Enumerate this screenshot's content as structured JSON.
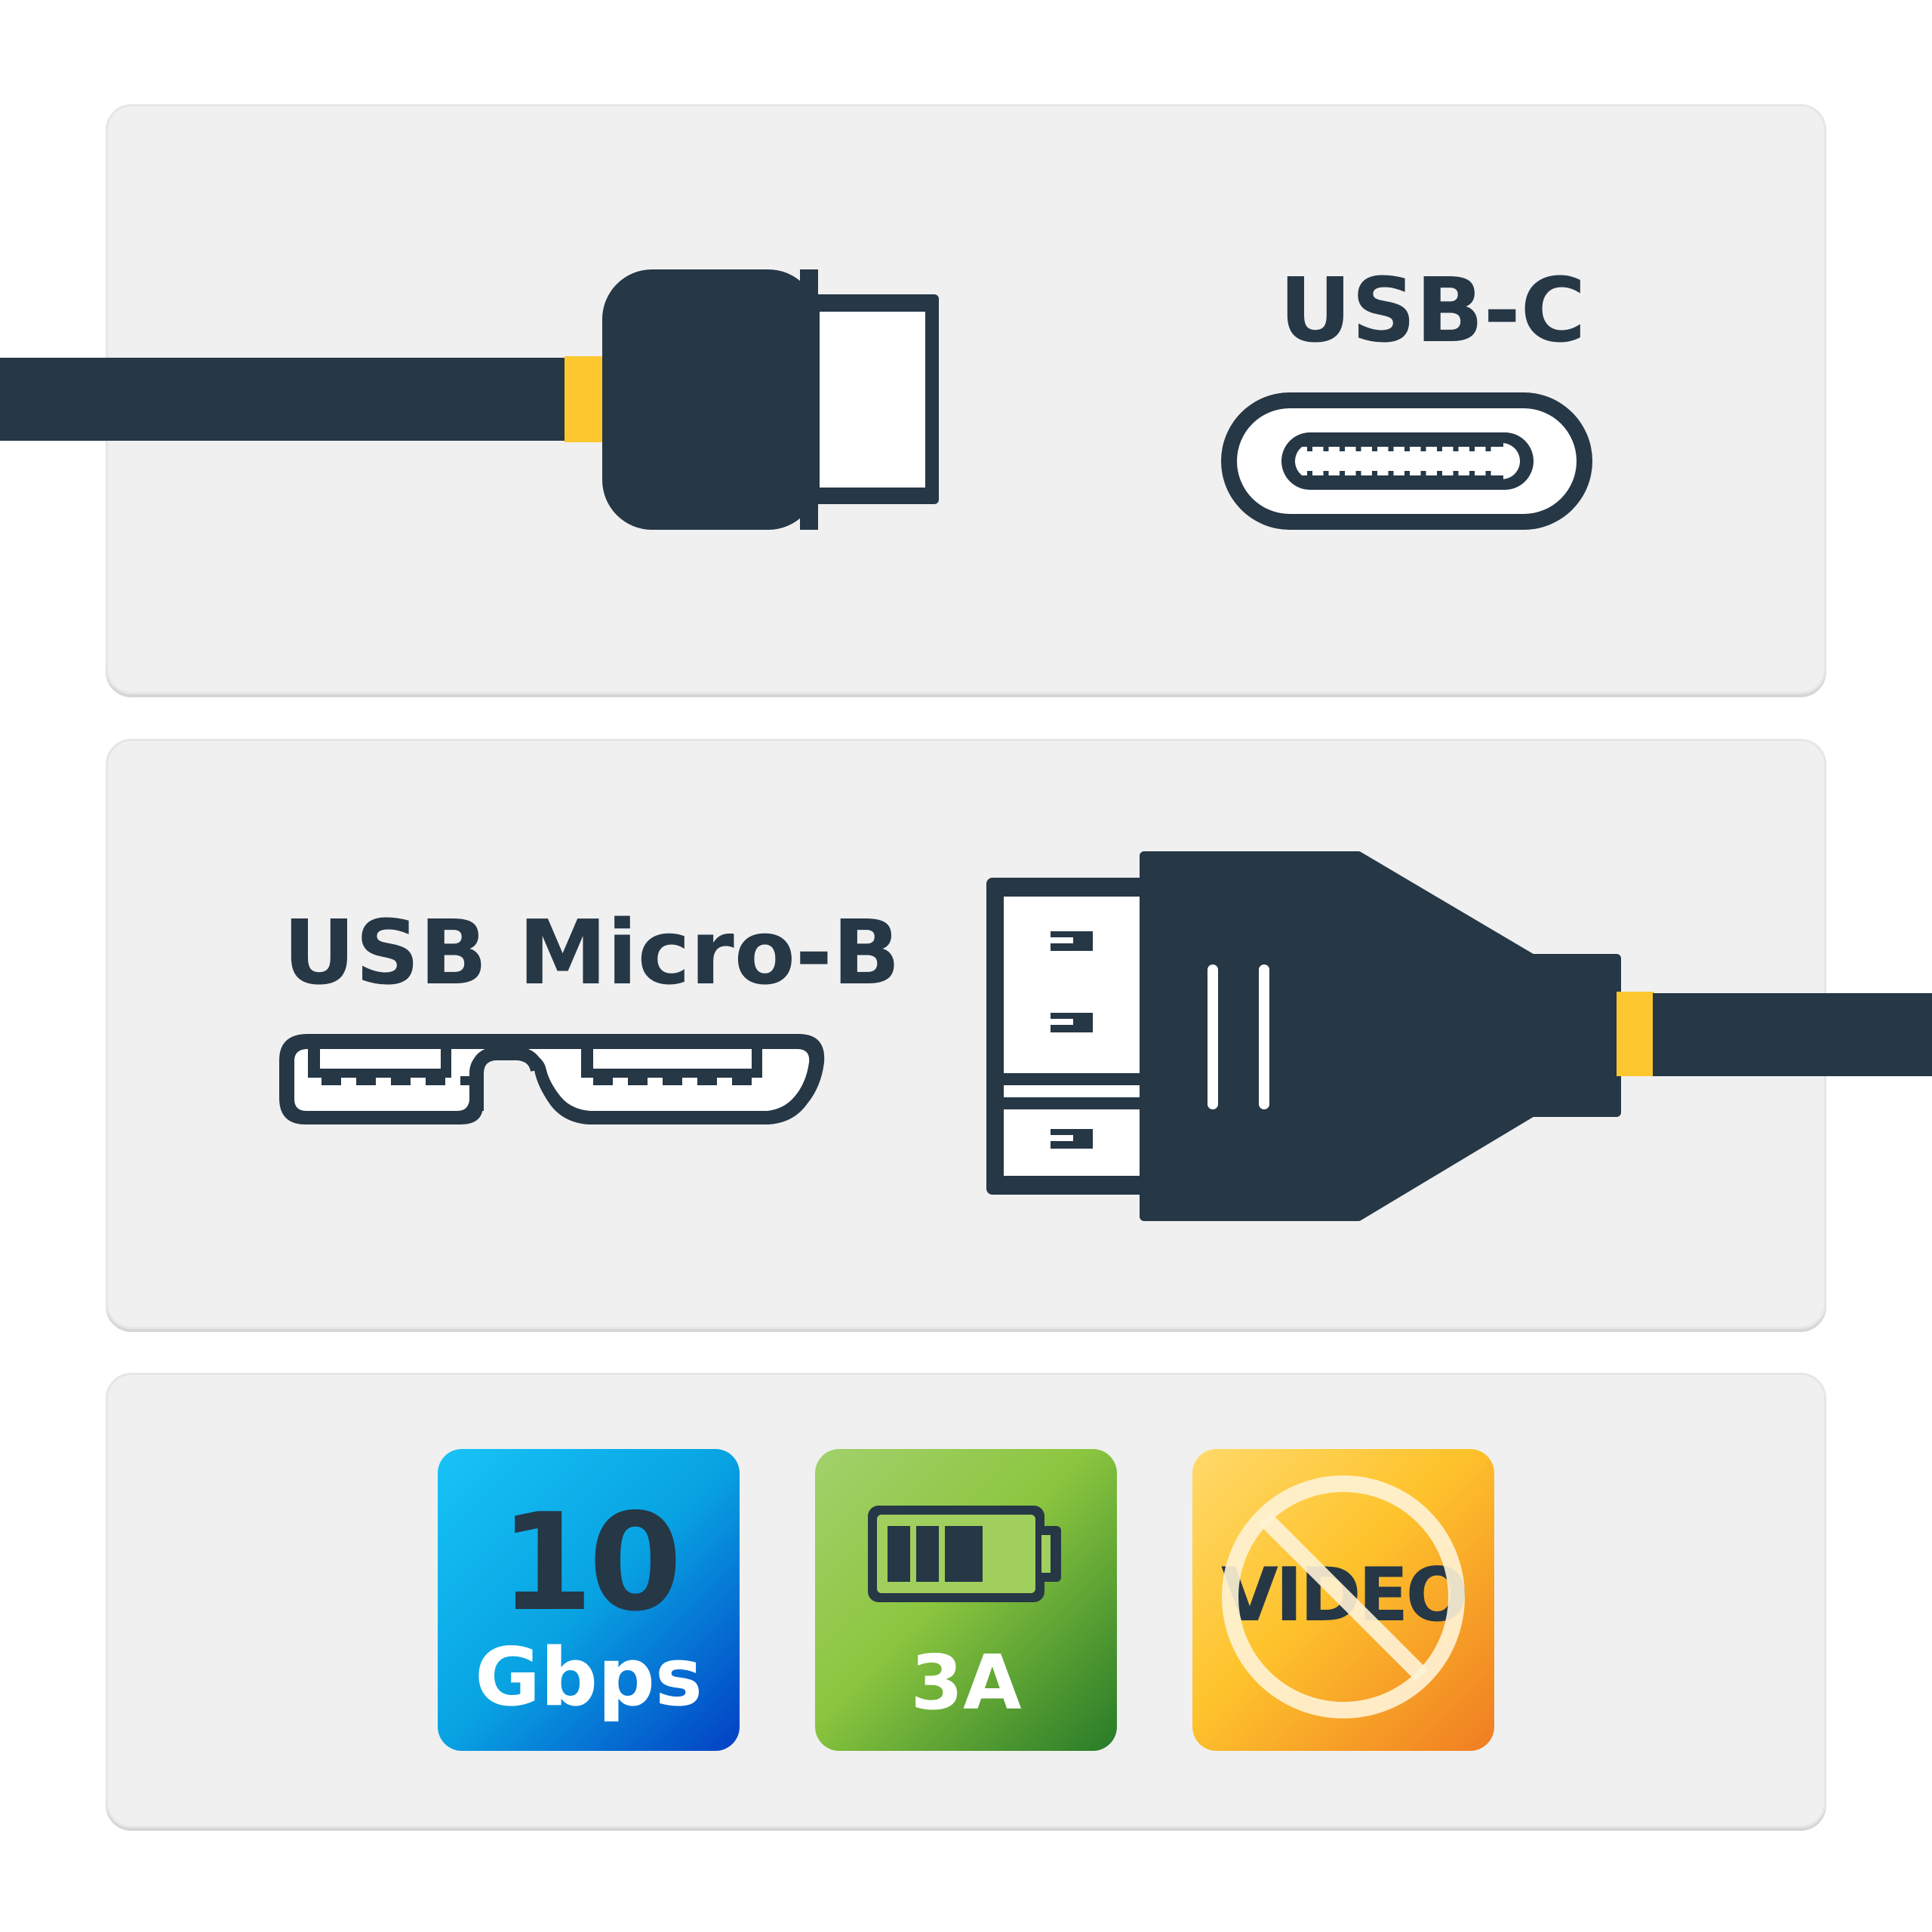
{
  "connectors": {
    "top": {
      "title": "USB-C"
    },
    "middle": {
      "title": "USB Micro-B"
    }
  },
  "features": {
    "speed": {
      "value": "10",
      "unit": "Gbps"
    },
    "power": {
      "value": "3A",
      "icon": "battery-icon"
    },
    "video": {
      "label": "VIDEO",
      "icon": "no-video-icon"
    }
  },
  "colors": {
    "dark": "#263746",
    "accent_yellow": "#fdc82f",
    "panel_bg": "#f0f0f0"
  }
}
